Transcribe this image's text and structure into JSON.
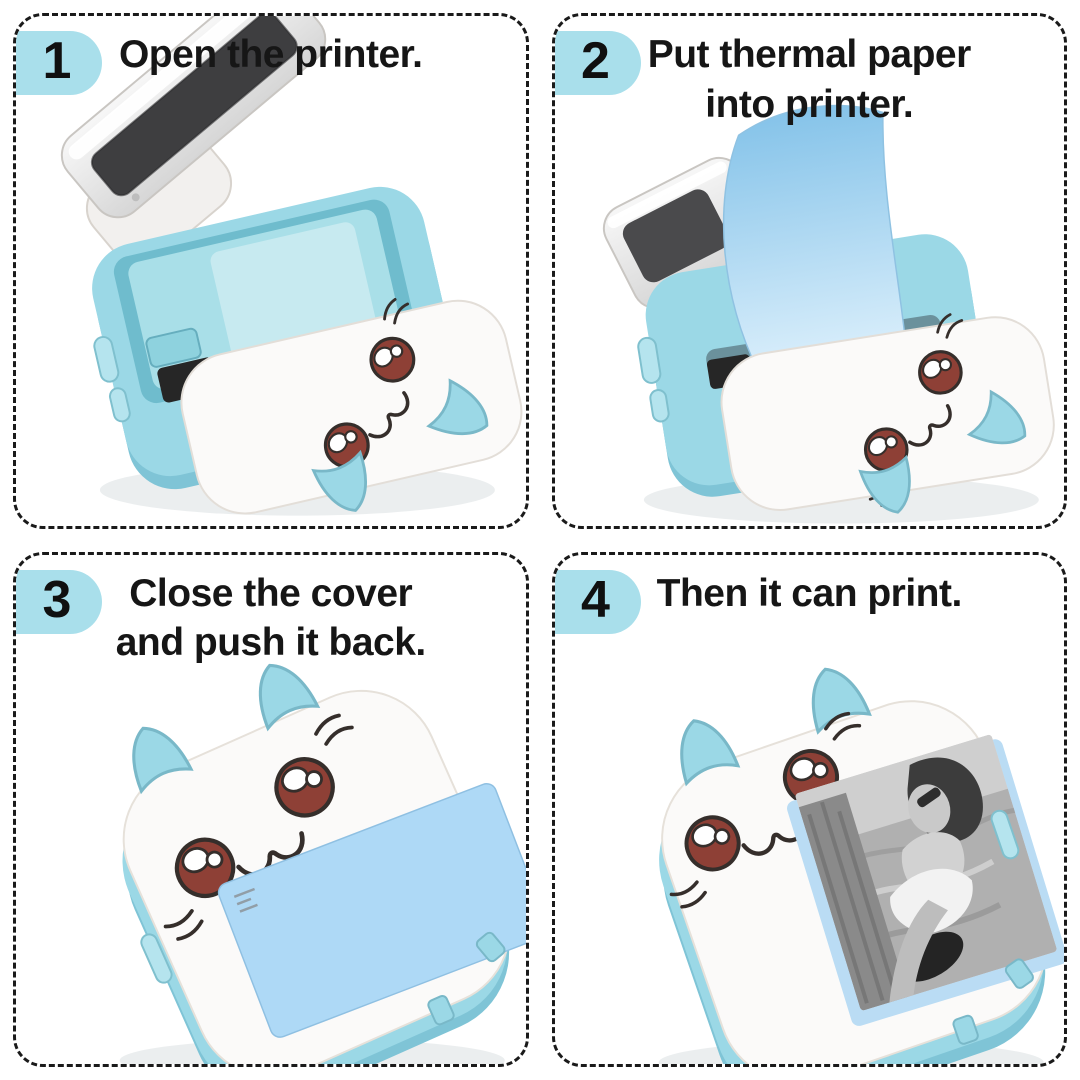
{
  "steps": [
    {
      "number": "1",
      "title": "Open the printer.",
      "illustration": "printer-lid-open"
    },
    {
      "number": "2",
      "title": "Put thermal paper\ninto printer.",
      "illustration": "printer-loading-thermal-paper"
    },
    {
      "number": "3",
      "title": "Close the cover\nand push it back.",
      "illustration": "printer-closed-with-paper-strip"
    },
    {
      "number": "4",
      "title": "Then it can print.",
      "illustration": "printer-printing-photo"
    }
  ],
  "colors": {
    "badge_bg": "#a9dfeb",
    "printer_blue": "#9bd8e6",
    "printer_blue_dark": "#7fc4d6",
    "paper_blue": "#aed9f6",
    "paper_gradient_top": "#85c3e9",
    "eye_maroon": "#8e4036",
    "outline_ink": "#352e2b",
    "dash_border": "#1a1a1a",
    "text": "#161616"
  }
}
